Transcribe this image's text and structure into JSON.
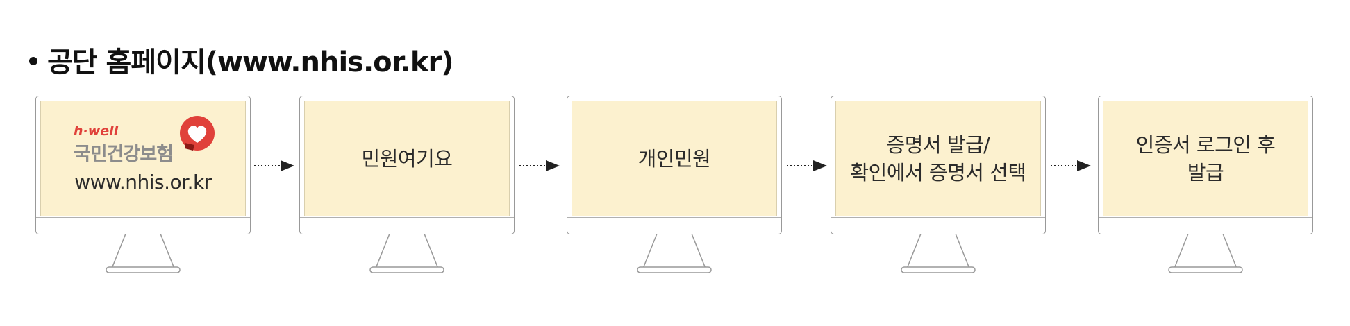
{
  "heading": {
    "text": "공단 홈페이지(www.nhis.or.kr)"
  },
  "logo": {
    "tagline": "h·well",
    "name": "국민건강보험",
    "url": "www.nhis.or.kr"
  },
  "steps": [
    {
      "label": "민원여기요"
    },
    {
      "label": "개인민원"
    },
    {
      "label": "증명서 발급/\n확인에서 증명서 선택"
    },
    {
      "label": "인증서 로그인 후\n발급"
    }
  ],
  "colors": {
    "screen": "#fcf1cf",
    "logo_red": "#e0413a",
    "arrow": "#222222"
  }
}
